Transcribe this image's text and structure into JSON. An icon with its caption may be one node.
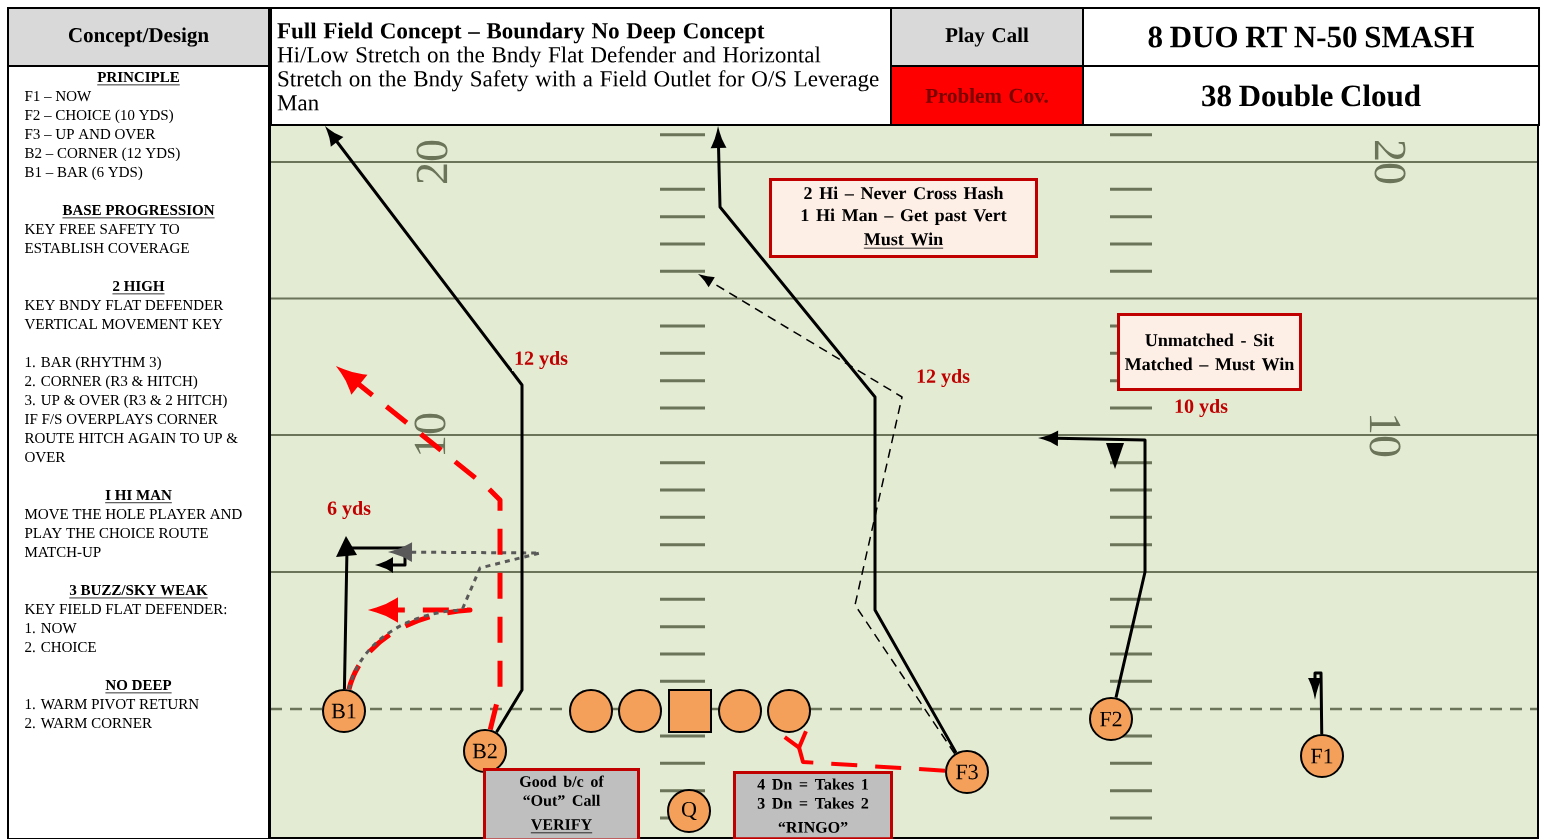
{
  "diagram": {
    "nodes": [
      {
        "text": [
          "Concept/Design"
        ]
      },
      {
        "text": [
          "Full Field Concept – Boundary No Deep Concept",
          "Hi/Low Stretch on the Bndy Flat Defender and Horizontal Stretch on the Bndy Safety with a Field Outlet for O/S Leverage Man"
        ]
      },
      {
        "text": [
          "Play Call"
        ]
      },
      {
        "text": [
          "8 DUO RT N-50 SMASH"
        ]
      },
      {
        "text": [
          "Problem Cov."
        ]
      },
      {
        "text": [
          "38 Double Cloud"
        ]
      },
      {
        "text": [
          "PRINCIPLE",
          "F1 – NOW",
          "F2 – CHOICE (10 YDS)",
          "F3 – UP AND OVER",
          "B2 – CORNER (12 YDS)",
          "B1 – BAR (6 YDS)",
          "BASE PROGRESSION",
          "KEY FREE SAFETY TO ESTABLISH COVERAGE",
          "2 HIGH",
          "KEY BNDY FLAT DEFENDER VERTICAL MOVEMENT KEY",
          "1. BAR (RHYTHM 3)",
          "2. CORNER (R3 & HITCH)",
          "3. UP & OVER (R3 & 2 HITCH)",
          "IF F/S OVERPLAYS CORNER ROUTE HITCH AGAIN TO UP & OVER",
          "I HI MAN",
          "MOVE THE HOLE PLAYER AND PLAY THE CHOICE ROUTE MATCH-UP",
          "3 BUZZ/SKY WEAK",
          "KEY FIELD FLAT DEFENDER:",
          "1. NOW",
          "2. CHOICE",
          "NO DEEP",
          "1. WARM PIVOT RETURN",
          "2. WARM CORNER"
        ]
      },
      {
        "text": [
          "2 Hi – Never Cross Hash",
          "1 Hi Man – Get past Vert",
          "Must Win"
        ]
      },
      {
        "text": [
          "Unmatched - Sit",
          "Matched – Must Win"
        ]
      },
      {
        "text": [
          "B1"
        ]
      },
      {
        "text": [
          "B2"
        ]
      },
      {
        "text": [],
        "shape": "circle"
      },
      {
        "text": [],
        "shape": "circle"
      },
      {
        "text": [],
        "shape": "box"
      },
      {
        "text": [],
        "shape": "circle"
      },
      {
        "text": [],
        "shape": "circle"
      },
      {
        "text": [
          "F2"
        ]
      },
      {
        "text": [
          "F1"
        ]
      },
      {
        "text": [
          "F3"
        ]
      },
      {
        "text": [
          "Good b/c of “Out” Call",
          "VERIFY"
        ]
      },
      {
        "text": [
          "4 Dn = Takes 1",
          "3 Dn = Takes 2",
          "“RINGO”"
        ]
      },
      {
        "text": [
          "Q"
        ]
      }
    ],
    "edges": [
      {
        "from": 9,
        "to": null,
        "arrow": "to",
        "label": "6 yds"
      },
      {
        "from": 9,
        "to": null,
        "arrow": "to",
        "style": "dashed",
        "color": "#ff0000"
      },
      {
        "from": 9,
        "to": null,
        "arrow": "to",
        "style": "dashed",
        "color": "#595959"
      },
      {
        "from": 10,
        "to": 1,
        "arrow": "to",
        "label": "12 yds"
      },
      {
        "from": 10,
        "to": null,
        "arrow": "to",
        "style": "dashed",
        "color": "#ff0000"
      },
      {
        "from": 18,
        "to": 1,
        "arrow": "to"
      },
      {
        "from": 18,
        "to": null,
        "arrow": "to",
        "style": "dashed",
        "label": "12 yds"
      },
      {
        "from": 18,
        "to": 15,
        "arrow": "other",
        "style": "dashed",
        "color": "#ff0000"
      },
      {
        "from": 16,
        "to": null,
        "arrow": "to",
        "label": "10 yds"
      },
      {
        "from": 17,
        "to": null,
        "arrow": "to"
      }
    ],
    "labels": [
      "20",
      "20",
      "10",
      "10"
    ]
  }
}
